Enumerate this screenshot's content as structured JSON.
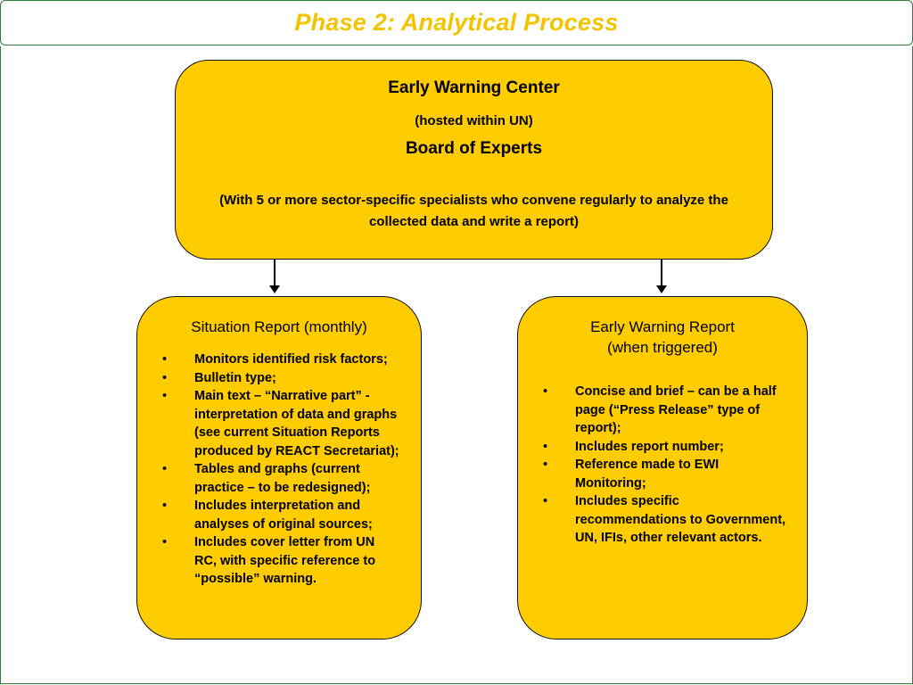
{
  "slide_title": "Phase 2: Analytical Process",
  "top_box": {
    "heading": "Early Warning Center",
    "subheading": "(hosted within UN)",
    "heading2": "Board of Experts",
    "description": "(With 5 or more sector-specific specialists who convene regularly to analyze the collected data and write a report)"
  },
  "left_box": {
    "heading": "Situation Report (monthly)",
    "bullets": [
      "Monitors identified risk factors;",
      "Bulletin type;",
      "Main text – “Narrative part” - interpretation of data and graphs (see current Situation Reports produced by REACT Secretariat);",
      "Tables and graphs (current practice – to be redesigned);",
      "Includes interpretation and analyses of original sources;",
      "Includes cover letter from UN RC, with specific reference to “possible” warning."
    ]
  },
  "right_box": {
    "heading_line1": "Early Warning Report",
    "heading_line2": "(when triggered)",
    "bullets": [
      "Concise and brief – can be a half page (“Press Release” type of report);",
      "Includes report number;",
      "Reference made to EWI Monitoring;",
      "Includes specific recommendations to Government, UN, IFIs, other relevant actors."
    ]
  },
  "bullet_glyph": "•",
  "colors": {
    "title": "#f2c400",
    "box_fill": "#ffcc00",
    "frame_border": "#2e7d32"
  }
}
